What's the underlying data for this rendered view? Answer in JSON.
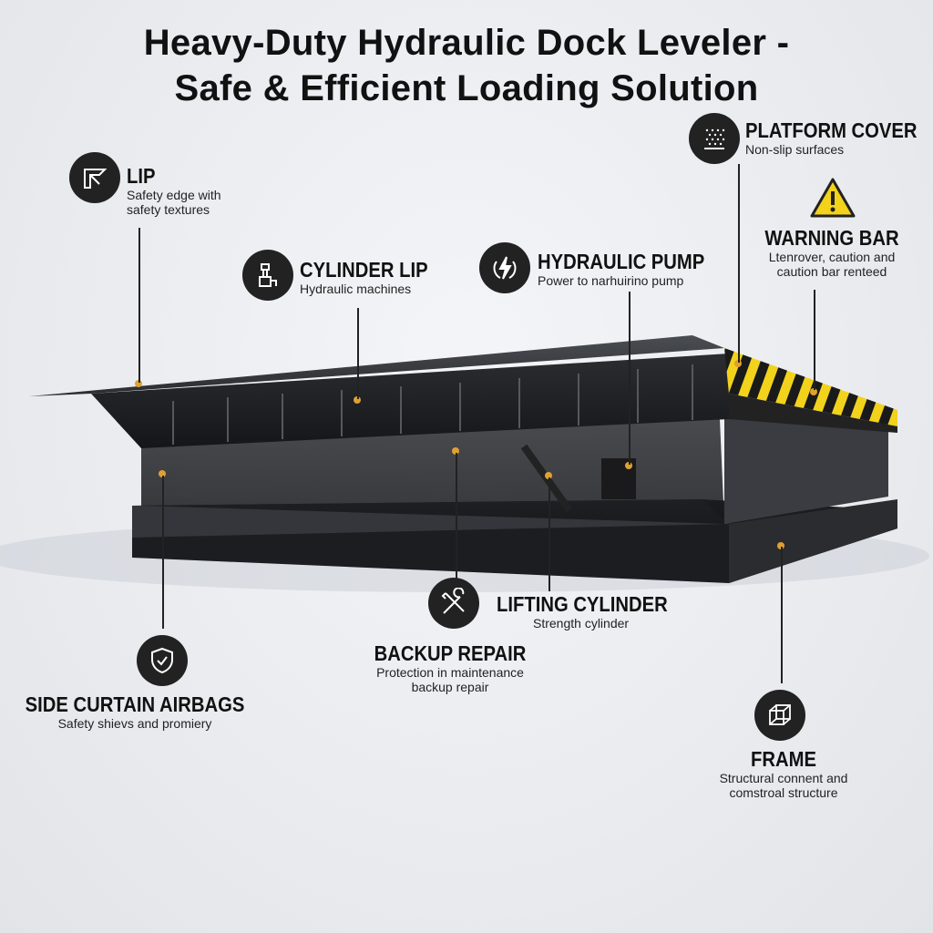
{
  "title": {
    "line1": "Heavy-Duty Hydraulic Dock Leveler -",
    "line2": "Safe & Efficient Loading Solution"
  },
  "callouts": {
    "lip": {
      "title": "LIP",
      "desc1": "Safety edge with",
      "desc2": "safety textures",
      "icon": "lip-corner-icon"
    },
    "cylinder_lip": {
      "title": "CYLINDER LIP",
      "desc": "Hydraulic machines",
      "icon": "hydraulic-jack-icon"
    },
    "hydraulic_pump": {
      "title": "HYDRAULIC PUMP",
      "desc": "Power to narhuirino pump",
      "icon": "lightning-icon"
    },
    "platform_cover": {
      "title": "PLATFORM COVER",
      "desc": "Non-slip surfaces",
      "icon": "texture-icon"
    },
    "warning_bar": {
      "title": "WARNING BAR",
      "desc1": "Ltenrover, caution and",
      "desc2": "caution bar renteed",
      "icon": "warning-triangle-icon"
    },
    "lifting_cylinder": {
      "title": "LIFTING CYLINDER",
      "desc": "Strength cylinder",
      "icon": "wrench-screwdriver-icon"
    },
    "backup_repair": {
      "title": "BACKUP REPAIR",
      "desc1": "Protection in maintenance",
      "desc2": "backup repair"
    },
    "side_curtain": {
      "title": "SIDE CURTAIN AIRBAGS",
      "desc": "Safety shievs and promiery",
      "icon": "shield-check-icon"
    },
    "frame": {
      "title": "FRAME",
      "desc1": "Structural connent and",
      "desc2": "comstroal structure",
      "icon": "cube-icon"
    }
  },
  "colors": {
    "accent_yellow": "#f2d21b",
    "dark": "#222222",
    "dot": "#e0a030"
  }
}
